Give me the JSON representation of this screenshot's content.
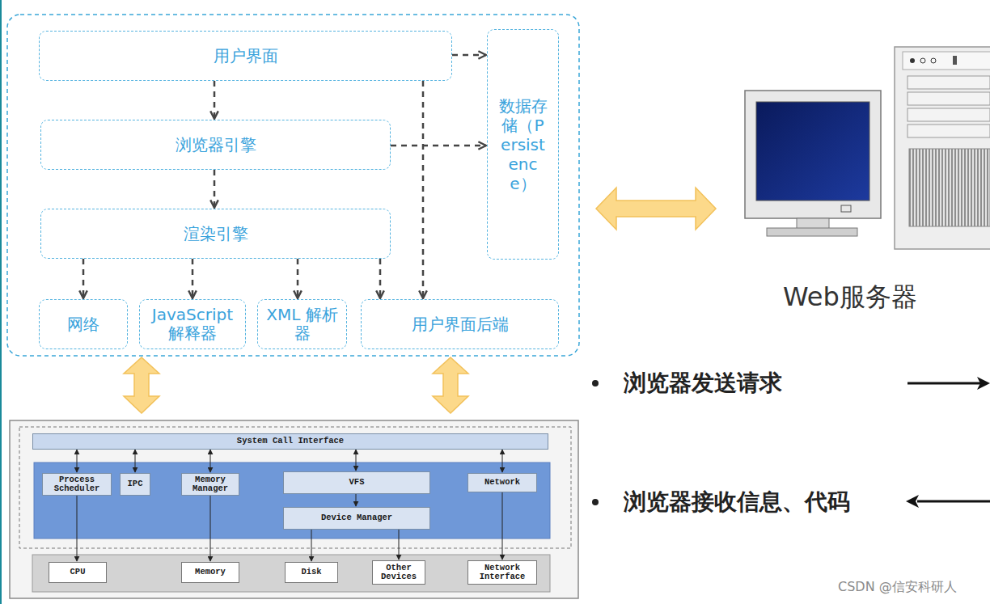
{
  "diagram": {
    "nodes": [
      {
        "text": [
          "用户界面"
        ]
      },
      {
        "text": [
          "数据存储（Persistence）"
        ]
      },
      {
        "text": [
          "浏览器引擎"
        ]
      },
      {
        "text": [
          "渲染引擎"
        ]
      },
      {
        "text": [
          "网络"
        ]
      },
      {
        "text": [
          "JavaScript 解释器"
        ]
      },
      {
        "text": [
          "XML 解析器"
        ]
      },
      {
        "text": [
          "用户界面后端"
        ]
      },
      {
        "text": [
          "System Call Interface"
        ]
      },
      {
        "text": [
          "Process Scheduler"
        ]
      },
      {
        "text": [
          "IPC"
        ]
      },
      {
        "text": [
          "Memory Manager"
        ]
      },
      {
        "text": [
          "VFS"
        ]
      },
      {
        "text": [
          "Network"
        ]
      },
      {
        "text": [
          "Device Manager"
        ]
      },
      {
        "text": [
          "CPU"
        ]
      },
      {
        "text": [
          "Memory"
        ]
      },
      {
        "text": [
          "Disk"
        ]
      },
      {
        "text": [
          "Other Devices"
        ]
      },
      {
        "text": [
          "Network Interface"
        ]
      }
    ],
    "edges": [
      {
        "from": 0,
        "to": 2,
        "arrow": "to"
      },
      {
        "from": 0,
        "to": 1,
        "arrow": "to"
      },
      {
        "from": 2,
        "to": 1,
        "arrow": "to"
      },
      {
        "from": 2,
        "to": 3,
        "arrow": "to"
      },
      {
        "from": 0,
        "to": 7,
        "arrow": "to"
      },
      {
        "from": 3,
        "to": 4,
        "arrow": "to"
      },
      {
        "from": 3,
        "to": 5,
        "arrow": "to"
      },
      {
        "from": 3,
        "to": 6,
        "arrow": "to"
      },
      {
        "from": 3,
        "to": 7,
        "arrow": "to"
      },
      {
        "from": 8,
        "to": 9,
        "arrow": "both"
      },
      {
        "from": 8,
        "to": 10,
        "arrow": "both"
      },
      {
        "from": 8,
        "to": 11,
        "arrow": "both"
      },
      {
        "from": 8,
        "to": 12,
        "arrow": "both"
      },
      {
        "from": 8,
        "to": 13,
        "arrow": "both"
      },
      {
        "from": 9,
        "to": 15,
        "arrow": "to"
      },
      {
        "from": 11,
        "to": 16,
        "arrow": "to"
      },
      {
        "from": 12,
        "to": 14,
        "arrow": "to"
      },
      {
        "from": 14,
        "to": 17,
        "arrow": "to"
      },
      {
        "from": 14,
        "to": 18,
        "arrow": "to"
      },
      {
        "from": 13,
        "to": 19,
        "arrow": "to"
      }
    ],
    "labels": [
      "Web服务器",
      "浏览器发送请求",
      "浏览器接收信息、代码",
      "CSDN @信安科研人"
    ]
  }
}
